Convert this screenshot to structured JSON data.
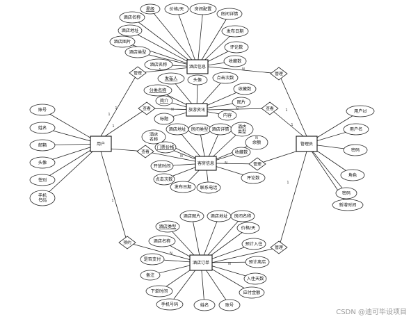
{
  "diagram": {
    "entities": [
      {
        "id": "user",
        "label": "用户"
      },
      {
        "id": "admin",
        "label": "管理员"
      },
      {
        "id": "hotel",
        "label": "酒店信息"
      },
      {
        "id": "news",
        "label": "旅游资讯"
      },
      {
        "id": "room",
        "label": "客房信息"
      },
      {
        "id": "order",
        "label": "酒店订单"
      }
    ],
    "attributes": [
      {
        "id": "u1",
        "entity": "user",
        "label": "账号"
      },
      {
        "id": "u2",
        "entity": "user",
        "label": "姓名"
      },
      {
        "id": "u3",
        "entity": "user",
        "label": "邮箱"
      },
      {
        "id": "u4",
        "entity": "user",
        "label": "头像"
      },
      {
        "id": "u5",
        "entity": "user",
        "label": "性别"
      },
      {
        "id": "u6",
        "entity": "user",
        "label": "手机号码"
      },
      {
        "id": "a1",
        "entity": "admin",
        "label": "用户id"
      },
      {
        "id": "a2",
        "entity": "admin",
        "label": "用户名"
      },
      {
        "id": "a3",
        "entity": "admin",
        "label": "密码"
      },
      {
        "id": "a4",
        "entity": "admin",
        "label": "角色"
      },
      {
        "id": "a5",
        "entity": "admin",
        "label": "密码"
      },
      {
        "id": "a6",
        "entity": "admin",
        "label": "新增时间"
      },
      {
        "id": "h1",
        "entity": "hotel",
        "label": "酒店名称"
      },
      {
        "id": "h2",
        "entity": "hotel",
        "label": "星级"
      },
      {
        "id": "h3",
        "entity": "hotel",
        "label": "价格/天"
      },
      {
        "id": "h4",
        "entity": "hotel",
        "label": "房间配置"
      },
      {
        "id": "h5",
        "entity": "hotel",
        "label": "房间详情"
      },
      {
        "id": "h6",
        "entity": "hotel",
        "label": "酒店地址"
      },
      {
        "id": "h7",
        "entity": "hotel",
        "label": "发布日期"
      },
      {
        "id": "h8",
        "entity": "hotel",
        "label": "酒店图片"
      },
      {
        "id": "h9",
        "entity": "hotel",
        "label": "评论数"
      },
      {
        "id": "h10",
        "entity": "hotel",
        "label": "酒店类型"
      },
      {
        "id": "h11",
        "entity": "hotel",
        "label": "收藏数"
      },
      {
        "id": "h12",
        "entity": "hotel",
        "label": "酒店名称"
      },
      {
        "id": "n1",
        "entity": "news",
        "label": "发布人"
      },
      {
        "id": "n2",
        "entity": "news",
        "label": "头像"
      },
      {
        "id": "n3",
        "entity": "news",
        "label": "点击次数"
      },
      {
        "id": "n4",
        "entity": "news",
        "label": "分类名称"
      },
      {
        "id": "n5",
        "entity": "news",
        "label": "收藏数"
      },
      {
        "id": "n6",
        "entity": "news",
        "label": "简介"
      },
      {
        "id": "n7",
        "entity": "news",
        "label": "图片"
      },
      {
        "id": "n8",
        "entity": "news",
        "label": "标题"
      },
      {
        "id": "n9",
        "entity": "news",
        "label": "内容"
      },
      {
        "id": "r1",
        "entity": "room",
        "label": "酒店名称"
      },
      {
        "id": "r2",
        "entity": "room",
        "label": "酒店地址"
      },
      {
        "id": "r3",
        "entity": "room",
        "label": "房间类型"
      },
      {
        "id": "r4",
        "entity": "room",
        "label": "酒店详情"
      },
      {
        "id": "r5",
        "entity": "room",
        "label": "酒店类型"
      },
      {
        "id": "r6",
        "entity": "room",
        "label": "门票价格"
      },
      {
        "id": "r7",
        "entity": "room",
        "label": "余额"
      },
      {
        "id": "r8",
        "entity": "room",
        "label": "收藏数"
      },
      {
        "id": "r9",
        "entity": "room",
        "label": "开放时间"
      },
      {
        "id": "r10",
        "entity": "room",
        "label": "评论数"
      },
      {
        "id": "r11",
        "entity": "room",
        "label": "点击次数"
      },
      {
        "id": "r12",
        "entity": "room",
        "label": "发布日期"
      },
      {
        "id": "r13",
        "entity": "room",
        "label": "联系电话"
      },
      {
        "id": "o1",
        "entity": "order",
        "label": "酒店图片"
      },
      {
        "id": "o2",
        "entity": "order",
        "label": "酒店地址"
      },
      {
        "id": "o3",
        "entity": "order",
        "label": "房间名称"
      },
      {
        "id": "o4",
        "entity": "order",
        "label": "酒店类型"
      },
      {
        "id": "o5",
        "entity": "order",
        "label": "价格/天"
      },
      {
        "id": "o6",
        "entity": "order",
        "label": "酒店名称"
      },
      {
        "id": "o7",
        "entity": "order",
        "label": "预计入住"
      },
      {
        "id": "o8",
        "entity": "order",
        "label": "是否支付"
      },
      {
        "id": "o9",
        "entity": "order",
        "label": "预计离店"
      },
      {
        "id": "o10",
        "entity": "order",
        "label": "备注"
      },
      {
        "id": "o11",
        "entity": "order",
        "label": "入住天数"
      },
      {
        "id": "o12",
        "entity": "order",
        "label": "下单时间"
      },
      {
        "id": "o13",
        "entity": "order",
        "label": "应付金额"
      },
      {
        "id": "o14",
        "entity": "order",
        "label": "手机号码"
      },
      {
        "id": "o15",
        "entity": "order",
        "label": "姓名"
      },
      {
        "id": "o16",
        "entity": "order",
        "label": "账号"
      }
    ],
    "relationships": [
      {
        "id": "rel1",
        "label": "查看"
      },
      {
        "id": "rel2",
        "label": "查看"
      },
      {
        "id": "rel3",
        "label": "查看"
      },
      {
        "id": "rel4",
        "label": "预约"
      },
      {
        "id": "rel5",
        "label": "管理"
      },
      {
        "id": "rel6",
        "label": "管理"
      },
      {
        "id": "rel7",
        "label": "管理"
      },
      {
        "id": "rel8",
        "label": "管理"
      }
    ],
    "cardinality": {
      "one": "1",
      "many": "N"
    }
  },
  "watermark": "CSDN @迪可毕设项目"
}
